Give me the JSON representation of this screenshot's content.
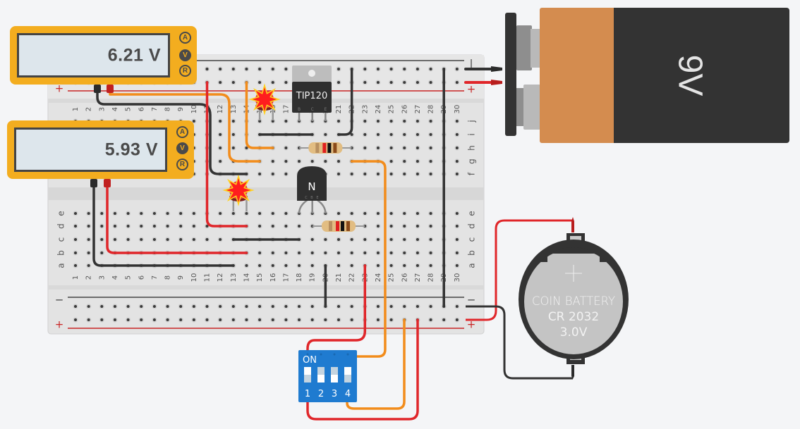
{
  "app": {
    "canvas": "circuit-simulator-breadboard"
  },
  "multimeters": [
    {
      "name": "multimeter-top",
      "reading": "6.21 V",
      "modes": [
        "A",
        "V",
        "R"
      ],
      "active_mode": "V"
    },
    {
      "name": "multimeter-bottom",
      "reading": "5.93 V",
      "modes": [
        "A",
        "V",
        "R"
      ],
      "active_mode": "V"
    }
  ],
  "breadboard": {
    "columns": [
      "1",
      "2",
      "3",
      "4",
      "5",
      "6",
      "7",
      "8",
      "9",
      "10",
      "11",
      "12",
      "13",
      "14",
      "15",
      "16",
      "17",
      "18",
      "19",
      "20",
      "21",
      "22",
      "23",
      "24",
      "25",
      "26",
      "27",
      "28",
      "29",
      "30"
    ],
    "rows_top": [
      "j",
      "i",
      "h",
      "g",
      "f"
    ],
    "rows_bottom": [
      "e",
      "d",
      "c",
      "b",
      "a"
    ],
    "rail_minus": "−",
    "rail_plus": "+"
  },
  "battery_9v": {
    "label": "9V",
    "colors": {
      "cap": "#d48c4f",
      "body": "#333333"
    }
  },
  "coin_battery": {
    "line1": "COIN BATTERY",
    "line2": "CR 2032",
    "line3": "3.0V",
    "plus": "+"
  },
  "transistor_power": {
    "label": "TIP120",
    "pins": [
      "B",
      "C",
      "E"
    ]
  },
  "transistor_small": {
    "label": "N",
    "pins": [
      "C",
      "B",
      "E"
    ]
  },
  "dip_switch": {
    "label": "ON",
    "switches": [
      {
        "num": "1",
        "on": true
      },
      {
        "num": "2",
        "on": false
      },
      {
        "num": "3",
        "on": false
      },
      {
        "num": "4",
        "on": true
      }
    ]
  },
  "leds": [
    {
      "name": "led-top",
      "color": "red",
      "lit": true
    },
    {
      "name": "led-bottom",
      "color": "red",
      "lit": true
    }
  ],
  "resistors": [
    {
      "name": "resistor-top",
      "bands": [
        "brown",
        "black",
        "red"
      ]
    },
    {
      "name": "resistor-bottom",
      "bands": [
        "brown",
        "black",
        "red"
      ]
    }
  ],
  "colors": {
    "wire_red": "#e0262a",
    "wire_black": "#333333",
    "wire_orange": "#f28c1b",
    "meter": "#f3ad1f",
    "dip": "#1f7bd0"
  }
}
